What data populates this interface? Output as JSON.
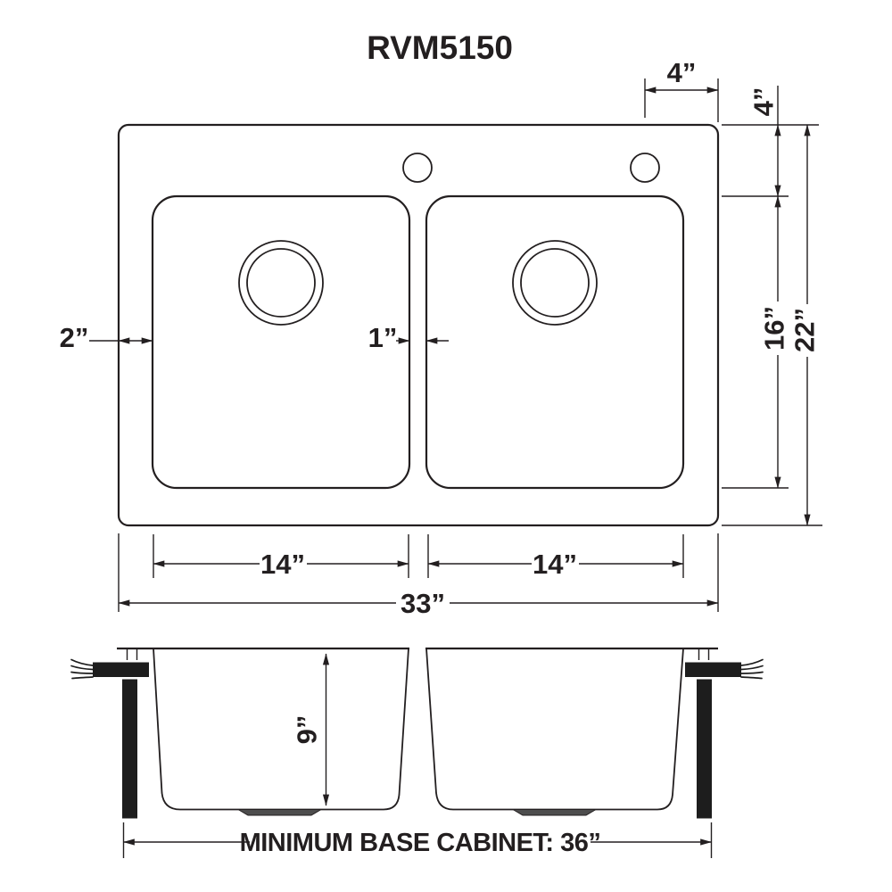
{
  "title": "RVM5150",
  "colors": {
    "ink": "#231f20",
    "background": "#ffffff",
    "drain_fill": "#4d4d4d"
  },
  "top_view": {
    "dim_hole_to_edge": "4”",
    "dim_rim_to_bowl": "4”",
    "dim_bowl_front_to_back": "16”",
    "dim_overall_front_to_back": "22”",
    "dim_left_rim": "2”",
    "dim_divider": "1”",
    "dim_left_bowl_width": "14”",
    "dim_right_bowl_width": "14”",
    "dim_overall_width": "33”"
  },
  "front_view": {
    "dim_bowl_depth": "9”",
    "cabinet_note": "MINIMUM BASE CABINET: 36”"
  }
}
